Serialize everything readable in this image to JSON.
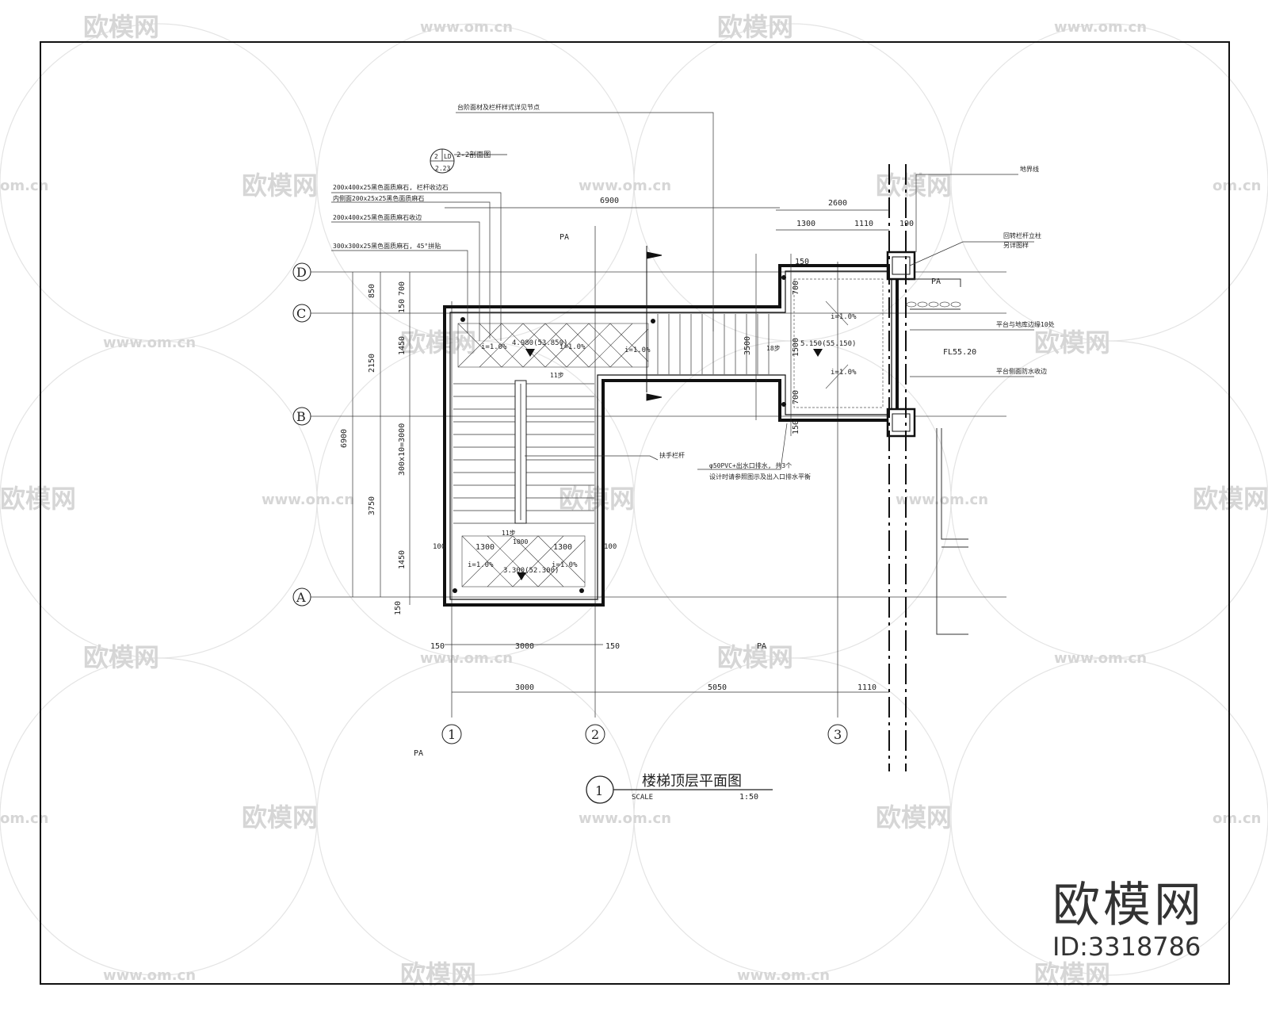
{
  "watermark": {
    "brand": "欧模网",
    "url": "www.om.cn",
    "short_url": "om.cn"
  },
  "brand_logo": {
    "name": "欧模网",
    "id": "ID:3318786"
  },
  "drawing": {
    "title": "楼梯顶层平面图",
    "title_number": "1",
    "scale_label": "SCALE",
    "scale": "1:50",
    "axes_vertical": [
      "1",
      "2",
      "3"
    ],
    "axes_horizontal": [
      "D",
      "C",
      "B",
      "A"
    ],
    "section_callout": {
      "num": "2",
      "sheet": "LD",
      "sheet2": "2.23",
      "label": "2-2剖面图"
    },
    "notes": [
      "台阶面材及栏杆样式详见节点",
      "200x400x25黑色面质麻石, 栏杆收边石",
      "内侧面200x25x25黑色面质麻石",
      "200x400x25黑色面质麻石收边",
      "300x300x25黑色面质麻石, 45°拼贴",
      "地界线",
      "回转栏杆立柱",
      "另详图样",
      "平台与地库边缘10处",
      "平台侧面防水收边",
      "扶手栏杆",
      "φ50PVC+出水口排水, 共3个",
      "设计时请参照图示及出入口排水平衡"
    ],
    "labels": {
      "pa": "PA",
      "pa2": "PA",
      "pa3": "PA",
      "pa4": "PA",
      "fl": "FL55.20",
      "elev_top": "4.980(53.850)",
      "elev_platform": "5.150(55.150)",
      "elev_bottom": "3.300(52.300)",
      "slope": "i=1.0%",
      "slope2": "i=1.0%",
      "slope3": "i=1.0%",
      "slope4": "i=1.0%",
      "slope5": "i=1.0%",
      "slope6": "i=1.0%",
      "slope7": "i=1.0%",
      "steps_up": "11步",
      "steps_up2": "11步",
      "steps_h": "18步",
      "sw": "100",
      "sw2": "100"
    },
    "dims": {
      "d6900_top": "6900",
      "d2600": "2600",
      "d1300a": "1300",
      "d1110a": "1110",
      "d190": "190",
      "d150_top": "150",
      "d3500": "3500",
      "d850": "850",
      "d2150": "2150",
      "d6900_left": "6900",
      "d3750": "3750",
      "d700a": "700",
      "d150a": "150",
      "d1450a": "1450",
      "d300x10": "300x10=3000",
      "d1450b": "1450",
      "d150b": "150",
      "d700_r1": "700",
      "d1500": "1500",
      "d700_r2": "700",
      "d150_r": "150",
      "d150c": "150",
      "d3000a": "3000",
      "d150d": "150",
      "d3000b": "3000",
      "d5050": "5050",
      "d1110b": "1110",
      "d1300b": "1300",
      "d1300c": "1300",
      "d1000": "1000"
    }
  }
}
